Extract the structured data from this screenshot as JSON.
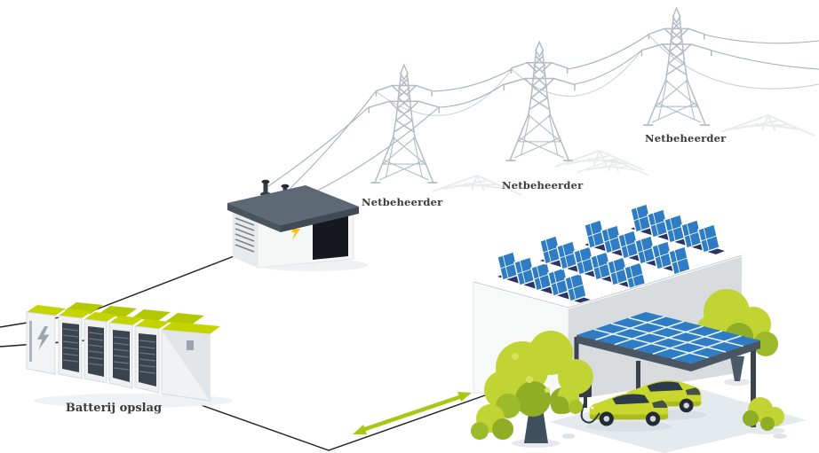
{
  "diagram": {
    "type": "energy-system-illustration",
    "battery": {
      "label": "Batterij opslag",
      "icon": "lightning-bolt-icon",
      "cabinet_count": 6
    },
    "transformer": {
      "icon": "lightning-bolt-icon",
      "bushing_count": 3
    },
    "pylons": [
      {
        "label": "Netbeheerder"
      },
      {
        "label": "Netbeheerder"
      },
      {
        "label": "Netbeheerder"
      }
    ],
    "building": {
      "solar_panel_rows": 4
    },
    "carport": {
      "type": "solar-canopy",
      "post_count": 3
    },
    "ev_cars": {
      "count": 2
    },
    "colors": {
      "background": "#ffffff",
      "lime_green": "#c3d400",
      "lime_light": "#d9e655",
      "foliage_dark": "#8fae25",
      "solar_blue": "#2e7dc4",
      "panel_grid_white": "#eaf1f7",
      "navy_mount": "#2a3565",
      "slate_structure": "#45505c",
      "metal_gray": "#b4bbc3",
      "connector_black": "#1f1f1f",
      "arrow_green": "#a9c714",
      "bolt_yellow": "#f2c411",
      "building_gray": "#d8dcdf",
      "ground_pad": "#e4eaee"
    }
  }
}
